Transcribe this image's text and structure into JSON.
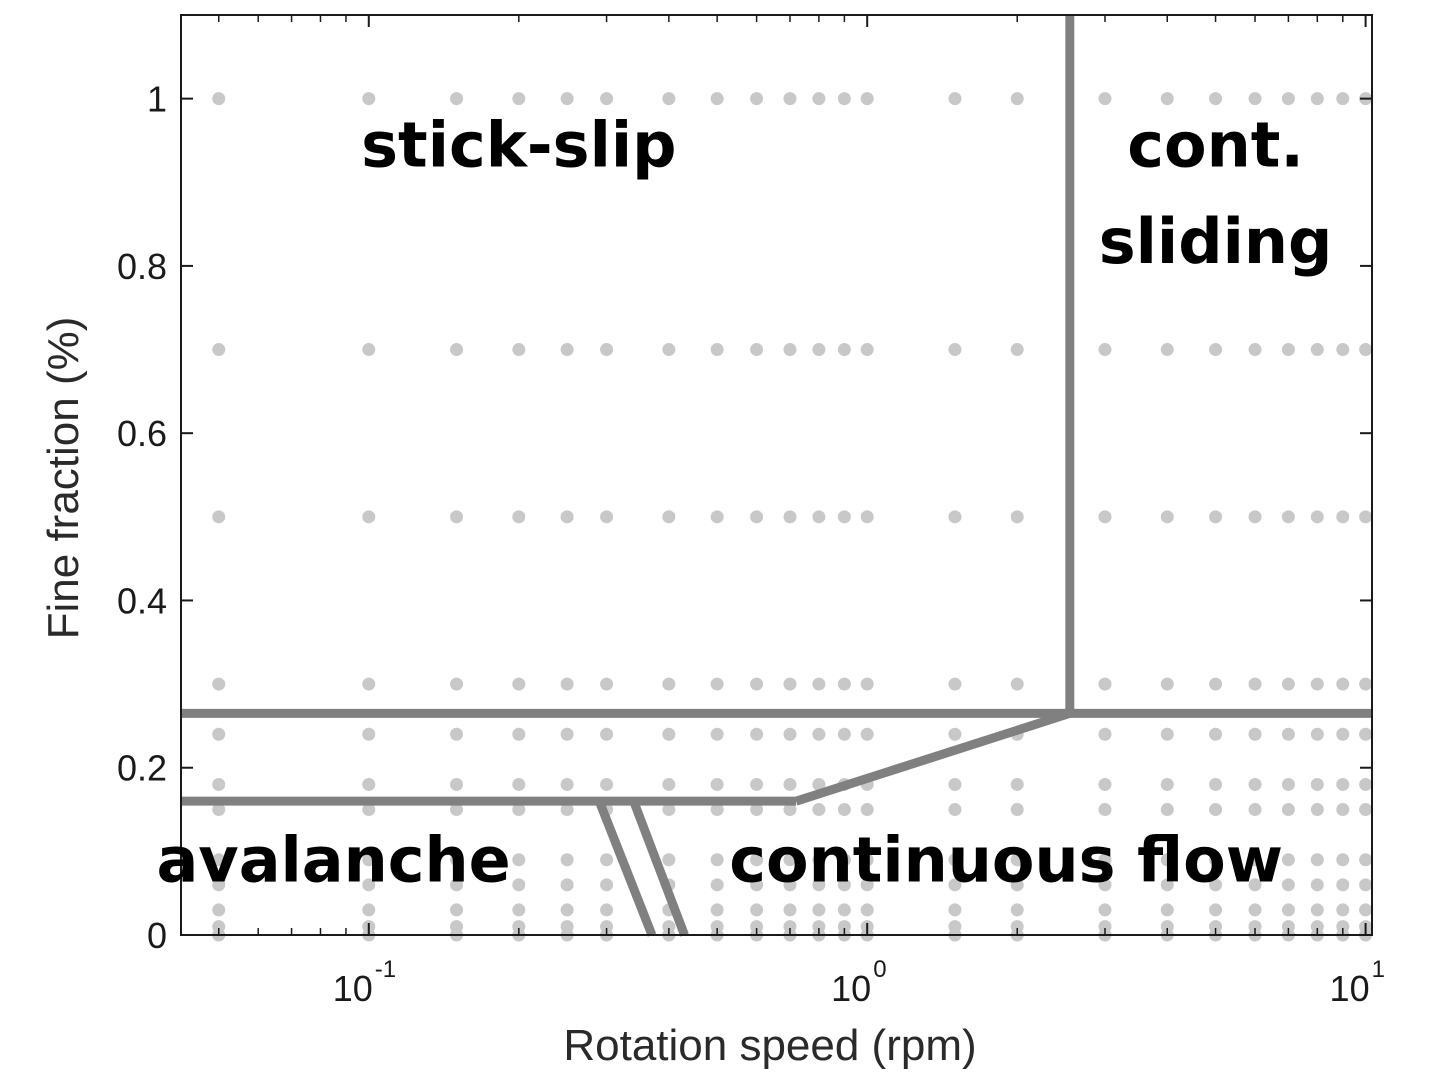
{
  "chart_data": {
    "type": "scatter",
    "title": "",
    "xlabel": "Rotation speed (rpm)",
    "ylabel": "Fine fraction (%)",
    "xscale": "log",
    "xlim": [
      0.042,
      10.3
    ],
    "ylim": [
      0,
      1.1
    ],
    "grid": false,
    "x_ticks": [
      {
        "value": 0.1,
        "base": "10",
        "exp": "-1"
      },
      {
        "value": 1,
        "base": "10",
        "exp": "0"
      },
      {
        "value": 10,
        "base": "10",
        "exp": "1"
      }
    ],
    "y_ticks": [
      {
        "value": 0,
        "label": "0"
      },
      {
        "value": 0.2,
        "label": "0.2"
      },
      {
        "value": 0.4,
        "label": "0.4"
      },
      {
        "value": 0.6,
        "label": "0.6"
      },
      {
        "value": 0.8,
        "label": "0.8"
      },
      {
        "value": 1.0,
        "label": "1"
      }
    ],
    "sample_x": [
      0.05,
      0.1,
      0.15,
      0.2,
      0.25,
      0.3,
      0.4,
      0.5,
      0.6,
      0.7,
      0.8,
      0.9,
      1.0,
      1.5,
      2.0,
      3.0,
      4.0,
      5.0,
      6.0,
      7.0,
      8.0,
      9.0,
      10.0
    ],
    "sample_y": [
      0,
      0.01,
      0.03,
      0.06,
      0.09,
      0.15,
      0.18,
      0.24,
      0.3,
      0.5,
      0.7,
      1.0
    ],
    "marker_color": "#c8c8c8",
    "boundary_color": "#808080",
    "boundaries": [
      {
        "name": "horizontal-upper",
        "points": [
          [
            0.042,
            0.265
          ],
          [
            10.3,
            0.265
          ]
        ]
      },
      {
        "name": "vertical-right",
        "points": [
          [
            2.55,
            0.265
          ],
          [
            2.55,
            1.1
          ]
        ]
      },
      {
        "name": "horizontal-lower",
        "points": [
          [
            0.042,
            0.16
          ],
          [
            0.72,
            0.16
          ]
        ]
      },
      {
        "name": "diagonal",
        "points": [
          [
            0.72,
            0.16
          ],
          [
            2.55,
            0.265
          ]
        ]
      },
      {
        "name": "slash-left",
        "points": [
          [
            0.29,
            0.16
          ],
          [
            0.37,
            0
          ]
        ]
      },
      {
        "name": "slash-right",
        "points": [
          [
            0.34,
            0.16
          ],
          [
            0.43,
            0
          ]
        ]
      }
    ],
    "regions": [
      {
        "label": "stick-slip",
        "x": 0.2,
        "y": 0.945
      },
      {
        "label": "cont.",
        "x": 5.0,
        "y": 0.945
      },
      {
        "label": "sliding",
        "x": 5.0,
        "y": 0.83
      },
      {
        "label": "avalanche",
        "x": 0.085,
        "y": 0.09
      },
      {
        "label": "continuous flow",
        "x": 1.9,
        "y": 0.09
      }
    ]
  }
}
